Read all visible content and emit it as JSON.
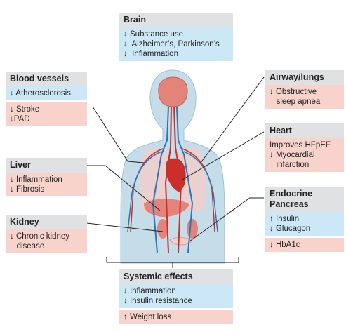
{
  "brain": {
    "title": "Brain",
    "lines": [
      "↓ Substance use",
      "↓  Alzheimer’s, Parkinson’s",
      "↓  Inflammation"
    ]
  },
  "blood_vessels": {
    "title": "Blood vessels",
    "blue": [
      "↓ Atherosclerosis"
    ],
    "pink": [
      "↓ Stroke",
      "↓PAD"
    ]
  },
  "liver": {
    "title": "Liver",
    "lines": [
      "↓ Inflammation",
      "↓ Fibrosis"
    ]
  },
  "kidney": {
    "title": "Kidney",
    "lines": [
      "↓ Chronic kidney",
      "   disease"
    ]
  },
  "airway": {
    "title": "Airway/lungs",
    "lines": [
      "↓ Obstructive",
      "   sleep apnea"
    ]
  },
  "heart": {
    "title": "Heart",
    "lines": [
      "Improves HFpEF",
      "↓ Myocardial",
      "   infarction"
    ]
  },
  "endocrine": {
    "title_1": "Endocrine",
    "title_2": "Pancreas",
    "blue": [
      "↑ Insulin",
      "↓ Glucagon"
    ],
    "pink": [
      "↓ HbA1c"
    ]
  },
  "systemic": {
    "title": "Systemic effects",
    "blue": [
      "↓ Inflammation",
      "↓ Insulin resistance"
    ],
    "pink": [
      "↑ Weight loss"
    ]
  },
  "colors": {
    "header": "#dfe1e3",
    "blue": "#cce8f7",
    "pink": "#f8d3cc",
    "body": "#c5dde9",
    "organ": "#e4837a",
    "vein": "#2f74b5",
    "artery": "#c9302c"
  }
}
